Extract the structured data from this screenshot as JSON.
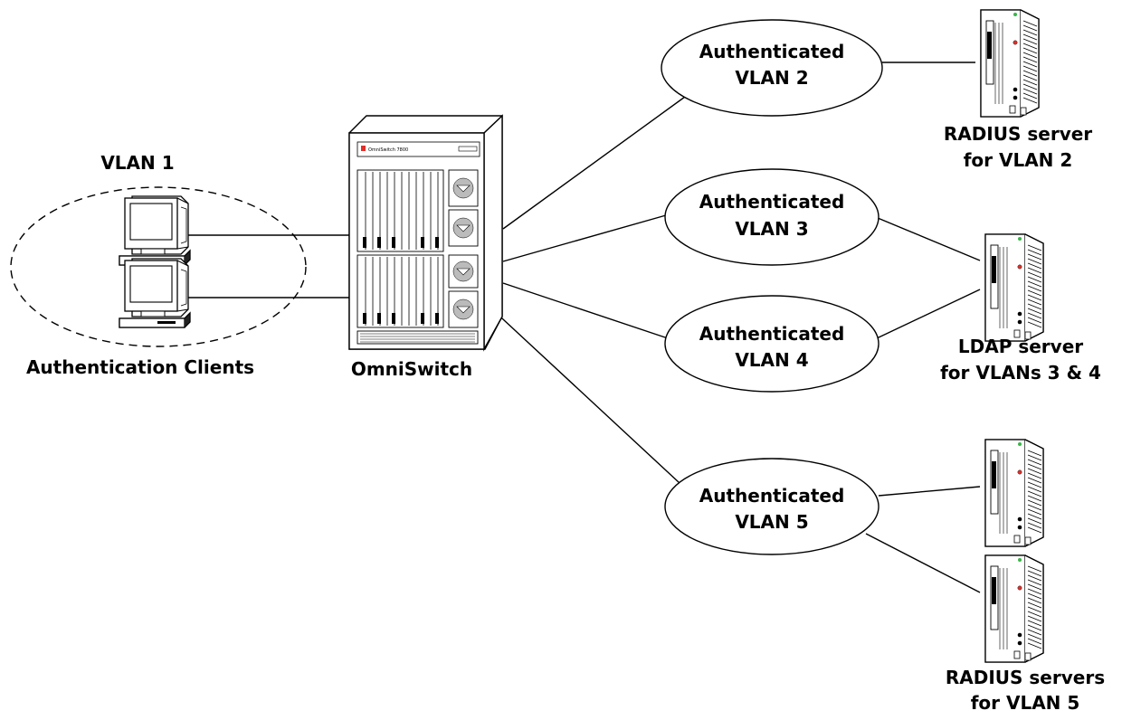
{
  "clients": {
    "vlan_label": "VLAN 1",
    "caption": "Authentication Clients",
    "items": [
      {
        "id": "client-1",
        "icon": "desktop-computer-icon"
      },
      {
        "id": "client-2",
        "icon": "desktop-computer-icon"
      }
    ]
  },
  "switch": {
    "label": "OmniSwitch",
    "icon": "chassis-switch-icon",
    "brand_text": "OmniSwitch 7800"
  },
  "vlans": [
    {
      "line1": "Authenticated",
      "line2": "VLAN 2"
    },
    {
      "line1": "Authenticated",
      "line2": "VLAN 3"
    },
    {
      "line1": "Authenticated",
      "line2": "VLAN 4"
    },
    {
      "line1": "Authenticated",
      "line2": "VLAN 5"
    }
  ],
  "servers": [
    {
      "icon": "tower-server-icon"
    },
    {
      "icon": "tower-server-icon"
    },
    {
      "icon": "tower-server-icon"
    },
    {
      "icon": "tower-server-icon"
    }
  ],
  "server_labels": [
    {
      "line1": "RADIUS server",
      "line2": "for VLAN 2"
    },
    {
      "line1": "LDAP server",
      "line2": "for VLANs 3 & 4"
    },
    {
      "line1": "RADIUS servers",
      "line2": "for VLAN 5"
    }
  ],
  "colors": {
    "stroke": "#000000",
    "background": "#ffffff",
    "server_led": "#e0302a",
    "server_power_led": "#3bb54a",
    "switch_logo": "#e0302a"
  }
}
